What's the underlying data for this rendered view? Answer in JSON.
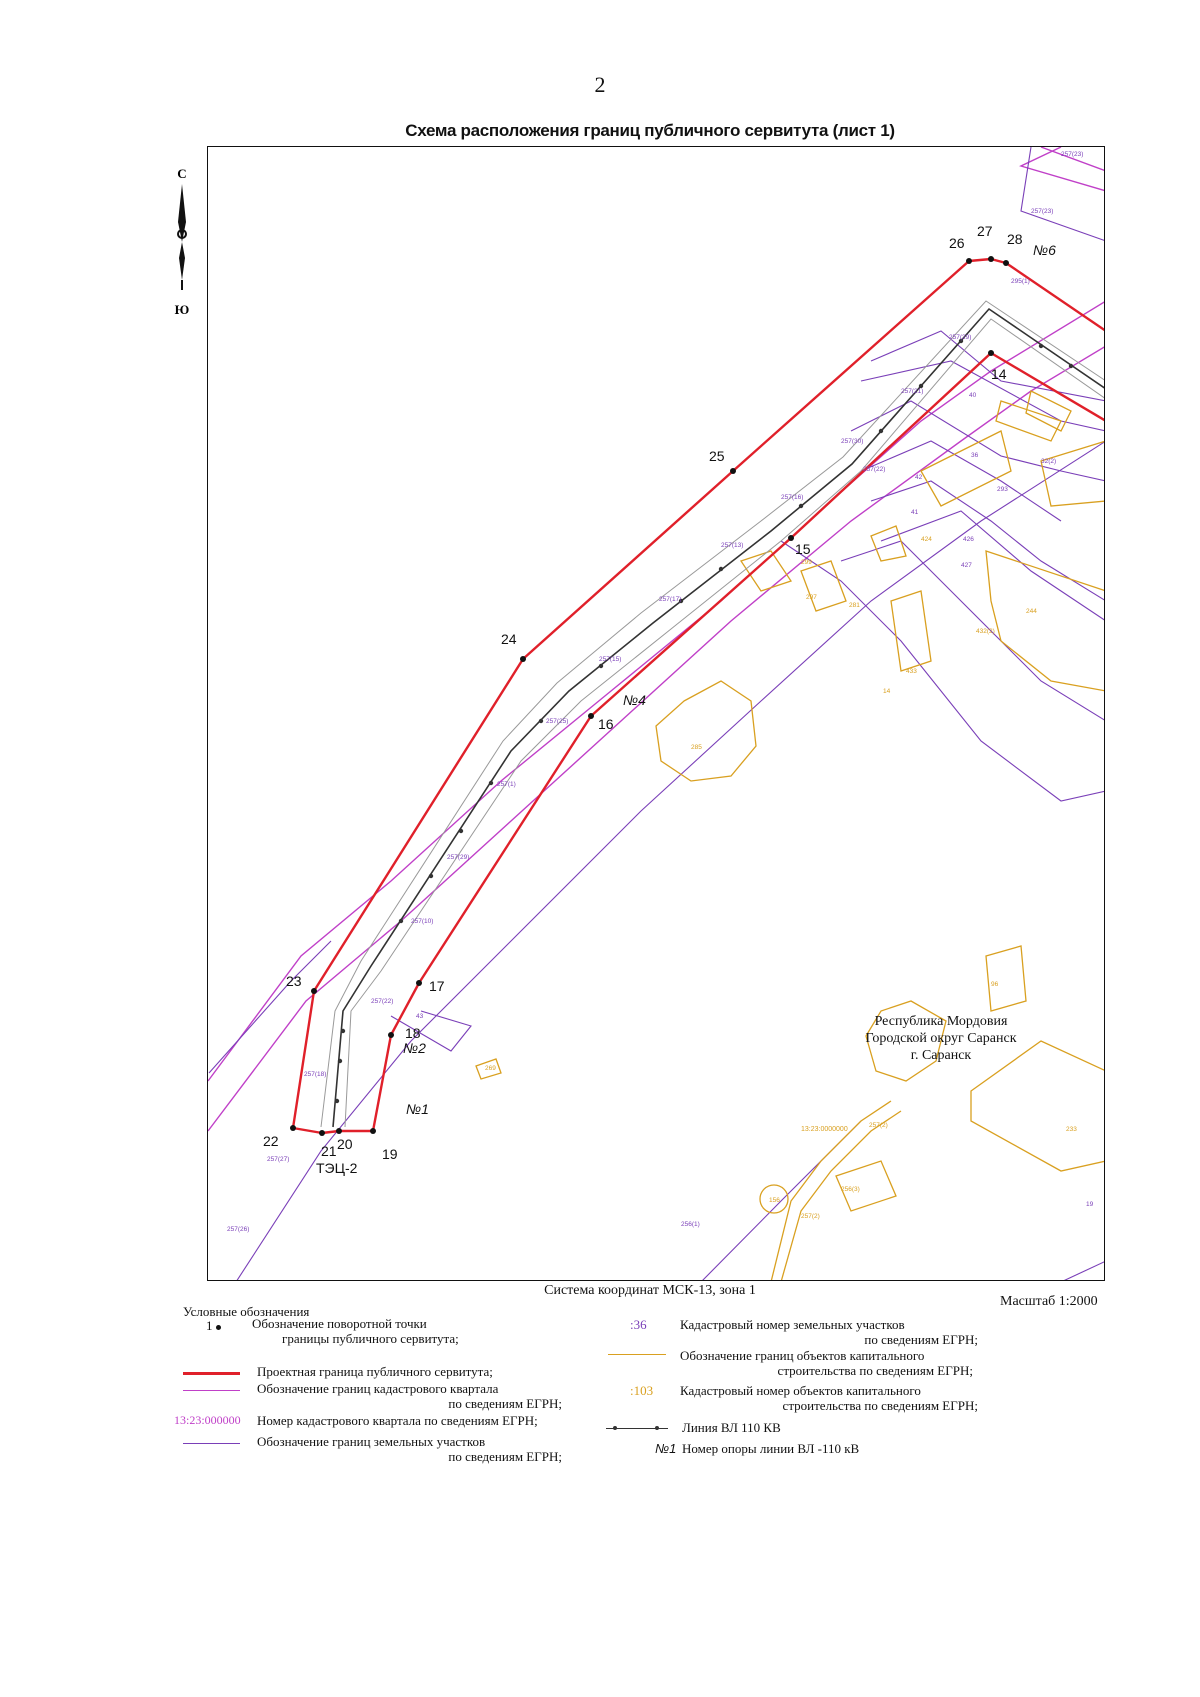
{
  "page": {
    "number": "2"
  },
  "map": {
    "title": "Схема расположения границ публичного сервитута (лист 1)",
    "coord_system": "Система координат МСК-13, зона 1",
    "scale": "Масштаб 1:2000",
    "north_label": "С",
    "south_label": "Ю",
    "place_lines": [
      "Республика Мордовия",
      "Городской округ Саранск",
      "г. Саранск"
    ],
    "substation_label": "ТЭЦ-2",
    "turning_points": [
      "14",
      "15",
      "16",
      "17",
      "18",
      "19",
      "20",
      "21",
      "22",
      "23",
      "24",
      "25",
      "26",
      "27",
      "28"
    ],
    "pole_labels": [
      "№1",
      "№2",
      "№4",
      "№6"
    ],
    "cadastral_parcel_labels": [
      "257(23)",
      "257(23)",
      "295(1)",
      "257(29)",
      "257(21)",
      "257(30)",
      "257(22)",
      "257(16)",
      "257(13)",
      "257(17)",
      "257(15)",
      "257(25)",
      "257(1)",
      "257(29)",
      "257(10)",
      "257(22)",
      "257(18)",
      "257(27)",
      "257(26)",
      "256(1)",
      "40",
      "36",
      "32(2)",
      "293",
      "41",
      "42",
      "426",
      "427",
      "43",
      "19"
    ],
    "capital_object_labels": [
      "424",
      "299",
      "297",
      "281",
      "433",
      "285",
      "14",
      "156",
      "256(3)",
      "257(2)",
      "233",
      "244",
      "432(2)",
      "96",
      "257(2)",
      "269"
    ],
    "quarter_label": "13:23:0000000"
  },
  "legend": {
    "title": "Условные обозначения",
    "items": [
      {
        "symbol": "1",
        "line1": "Обозначение поворотной точки",
        "line2": "границы публичного сервитута;"
      },
      {
        "line1": "Проектная граница публичного сервитута;"
      },
      {
        "line1": "Обозначение границ кадастрового квартала",
        "line2": "по сведениям ЕГРН;"
      },
      {
        "symbol": "13:23:000000",
        "line1": "Номер кадастрового квартала по сведениям ЕГРН;"
      },
      {
        "line1": "Обозначение границ земельных участков",
        "line2": "по сведениям ЕГРН;"
      },
      {
        "symbol": ":36",
        "line1": "Кадастровый номер земельных участков",
        "line2": "по сведениям ЕГРН;"
      },
      {
        "line1": "Обозначение границ объектов капитального",
        "line2": "строительства по сведениям ЕГРН;"
      },
      {
        "symbol": ":103",
        "line1": "Кадастровый номер объектов капитального",
        "line2": "строительства по сведениям ЕГРН;"
      },
      {
        "line1": "Линия ВЛ 110 КВ"
      },
      {
        "symbol": "№1",
        "line1": "Номер опоры линии ВЛ -110 кВ"
      }
    ]
  },
  "colors": {
    "servitude_boundary": "#e0202a",
    "quarter_boundary": "#c040c8",
    "parcel_boundary": "#7a3fb8",
    "capital_object": "#d9a020",
    "power_line": "#333333",
    "frame": "#111111"
  }
}
